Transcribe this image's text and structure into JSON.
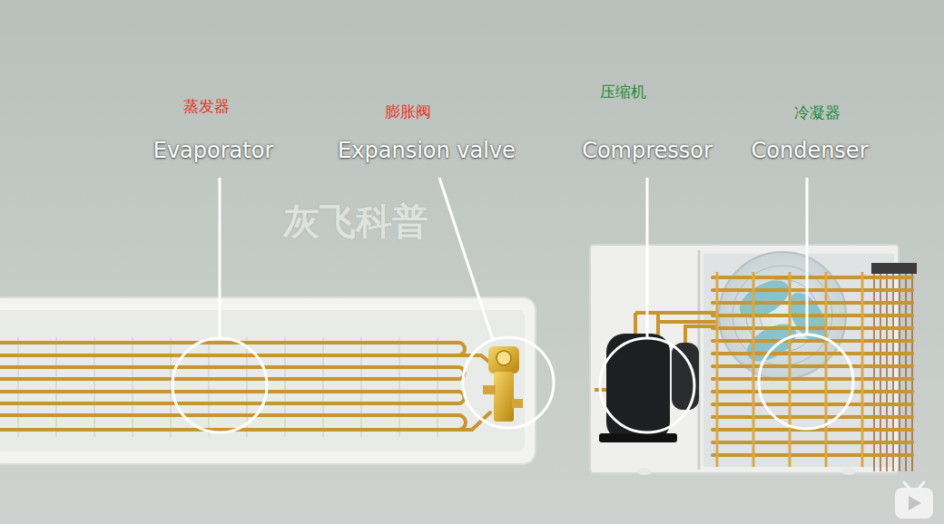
{
  "diagram": {
    "labels": [
      "蒸发器",
      "膨胀阀",
      "压缩机",
      "冷凝器",
      "Evaporator",
      "Expansion valve",
      "Compressor",
      "Condenser",
      "灰飞科普"
    ]
  }
}
